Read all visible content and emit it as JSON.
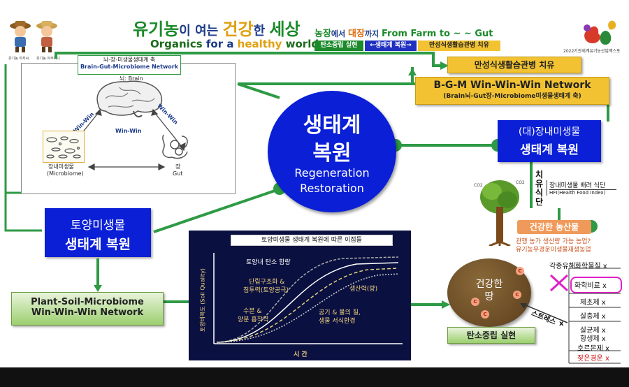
{
  "header": {
    "title_a": "유기농",
    "title_b": "이 여는 ",
    "title_c": "건강",
    "title_d": "한 ",
    "title_e": "세상",
    "subtitle_a": "Organics ",
    "subtitle_b": "for a ",
    "subtitle_c": "healthy ",
    "subtitle_d": "world",
    "farm_a": "농장",
    "farm_b": "에서 ",
    "farm_c": "대장",
    "farm_d": "까지  ",
    "farm_e": "From Farm to ~ ~ Gut",
    "tag1": "탄소중립 실현",
    "tag2": "←생태계 복원→",
    "tag3": "만성식생활습관병 치유",
    "logo_caption": "2022기관세계유기농산업엑스포",
    "mascot_caption_1": "유기농 아저씨",
    "mascot_caption_2": "유기농 아주머니"
  },
  "brain_panel": {
    "header_ko": "뇌-장-미생물생태계 축",
    "header_en": "Brain-Gut-Microbiome Network",
    "brain_label": "뇌: Brain",
    "microbe_label_ko": "장내미생물",
    "microbe_label_en": "(Microbiome)",
    "gut_label_ko": "장",
    "gut_label_en": "Gut",
    "winwin_left": "Win-Win",
    "winwin_right": "Win-Win",
    "winwin_center": "Win-Win"
  },
  "center": {
    "title_line1": "생태계",
    "title_line2": "복원",
    "en_line1": "Regeneration",
    "en_line2": "Restoration"
  },
  "right_top": {
    "chronic": "만성식생활습관병 치유",
    "bgm_title": "B-G-M Win-Win-Win Network",
    "bgm_sub": "(Brain뇌-Gut장-Microbiome미생물생태계 축)",
    "gut_box_line1": "(대)장내미생물",
    "gut_box_line2": "생태계 복원",
    "healing_vertical": "치유식단",
    "diet_ko": "장내미생물 배려 식단",
    "diet_en": "HFI(Health Food Index)",
    "co2_left": "CO2",
    "co2_right": "CO2",
    "healthy_produce": "건강한 농산물",
    "question": "관행 농가 생산량 가능 농업?",
    "organic_text": "유기농우경운미생물재생농업"
  },
  "soil_box": {
    "line1": "토양미생물",
    "line2": "생태계 복원"
  },
  "psm_box": {
    "line1": "Plant-Soil-Microbiome",
    "line2": "Win-Win-Win Network"
  },
  "graph": {
    "title": "토양미생물 생태계 복원에 따른 이점들",
    "y_label": "토양비옥도 (Soil Quality)",
    "x_label": "시 간",
    "curve_labels": [
      "토양내 탄소 함량",
      "단립구조화 &",
      "침투력(토양공극)",
      "생산력(량)",
      "수분 &",
      "양분 흡착력",
      "공기 & 물의 질,",
      "생물 서식환경"
    ]
  },
  "soil_ball": {
    "line1": "건강한",
    "line2": "땅",
    "c_label": "C"
  },
  "carbon_box": "탄소중립 실현",
  "stress_label": "스트레스",
  "chemicals": [
    "각종유해화학물질",
    "화학비료",
    "제초제",
    "살충제",
    "살균제",
    "항생제",
    "호르몬제",
    "잦은경운"
  ],
  "x_mark": "x",
  "colors": {
    "green_dark": "#1b6b1b",
    "blue": "#0a1fd6",
    "yellow": "#f2c232",
    "connector": "#2e9a45",
    "magenta": "#e020c8",
    "red": "#cc1111"
  }
}
